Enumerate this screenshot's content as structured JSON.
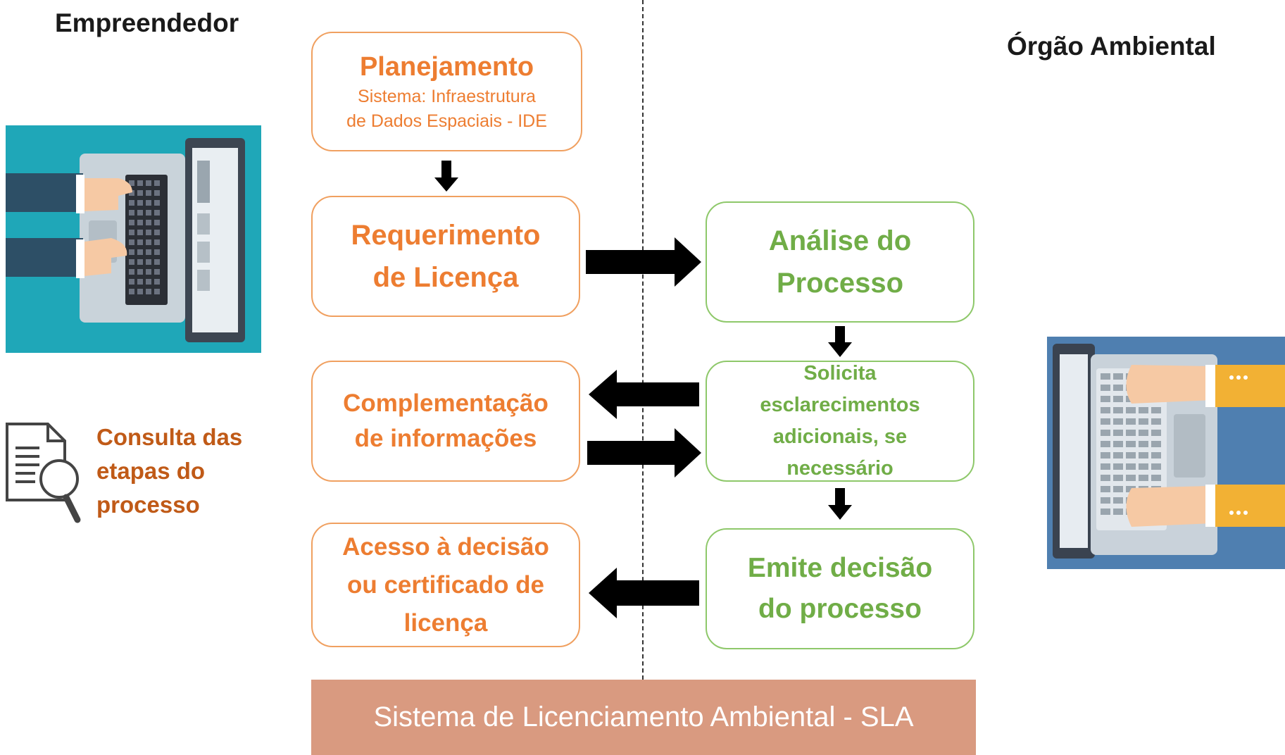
{
  "actors": {
    "left": "Empreendedor",
    "right": "Órgão Ambiental"
  },
  "steps": {
    "planejamento": {
      "title": "Planejamento",
      "subtitle_line1": "Sistema: Infraestrutura",
      "subtitle_line2": "de Dados Espaciais - IDE"
    },
    "requerimento": {
      "line1": "Requerimento",
      "line2": "de Licença"
    },
    "complementacao": {
      "line1": "Complementação",
      "line2": "de informações"
    },
    "acesso": {
      "line1": "Acesso à decisão",
      "line2": "ou certificado de",
      "line3": "licença"
    },
    "analise": {
      "line1": "Análise do",
      "line2": "Processo"
    },
    "solicita": {
      "line1": "Solicita",
      "line2": "esclarecimentos",
      "line3": "adicionais, se",
      "line4": "necessário"
    },
    "emite": {
      "line1": "Emite decisão",
      "line2": "do processo"
    }
  },
  "consulta": {
    "line1": "Consulta das",
    "line2": "etapas do",
    "line3": "processo"
  },
  "system_bar": "Sistema de Licenciamento Ambiental - SLA",
  "colors": {
    "empreendedor_steps": "#ed7d31",
    "orgao_steps": "#70ad47",
    "system_bar": "#d99a80",
    "arrows": "#000000"
  }
}
